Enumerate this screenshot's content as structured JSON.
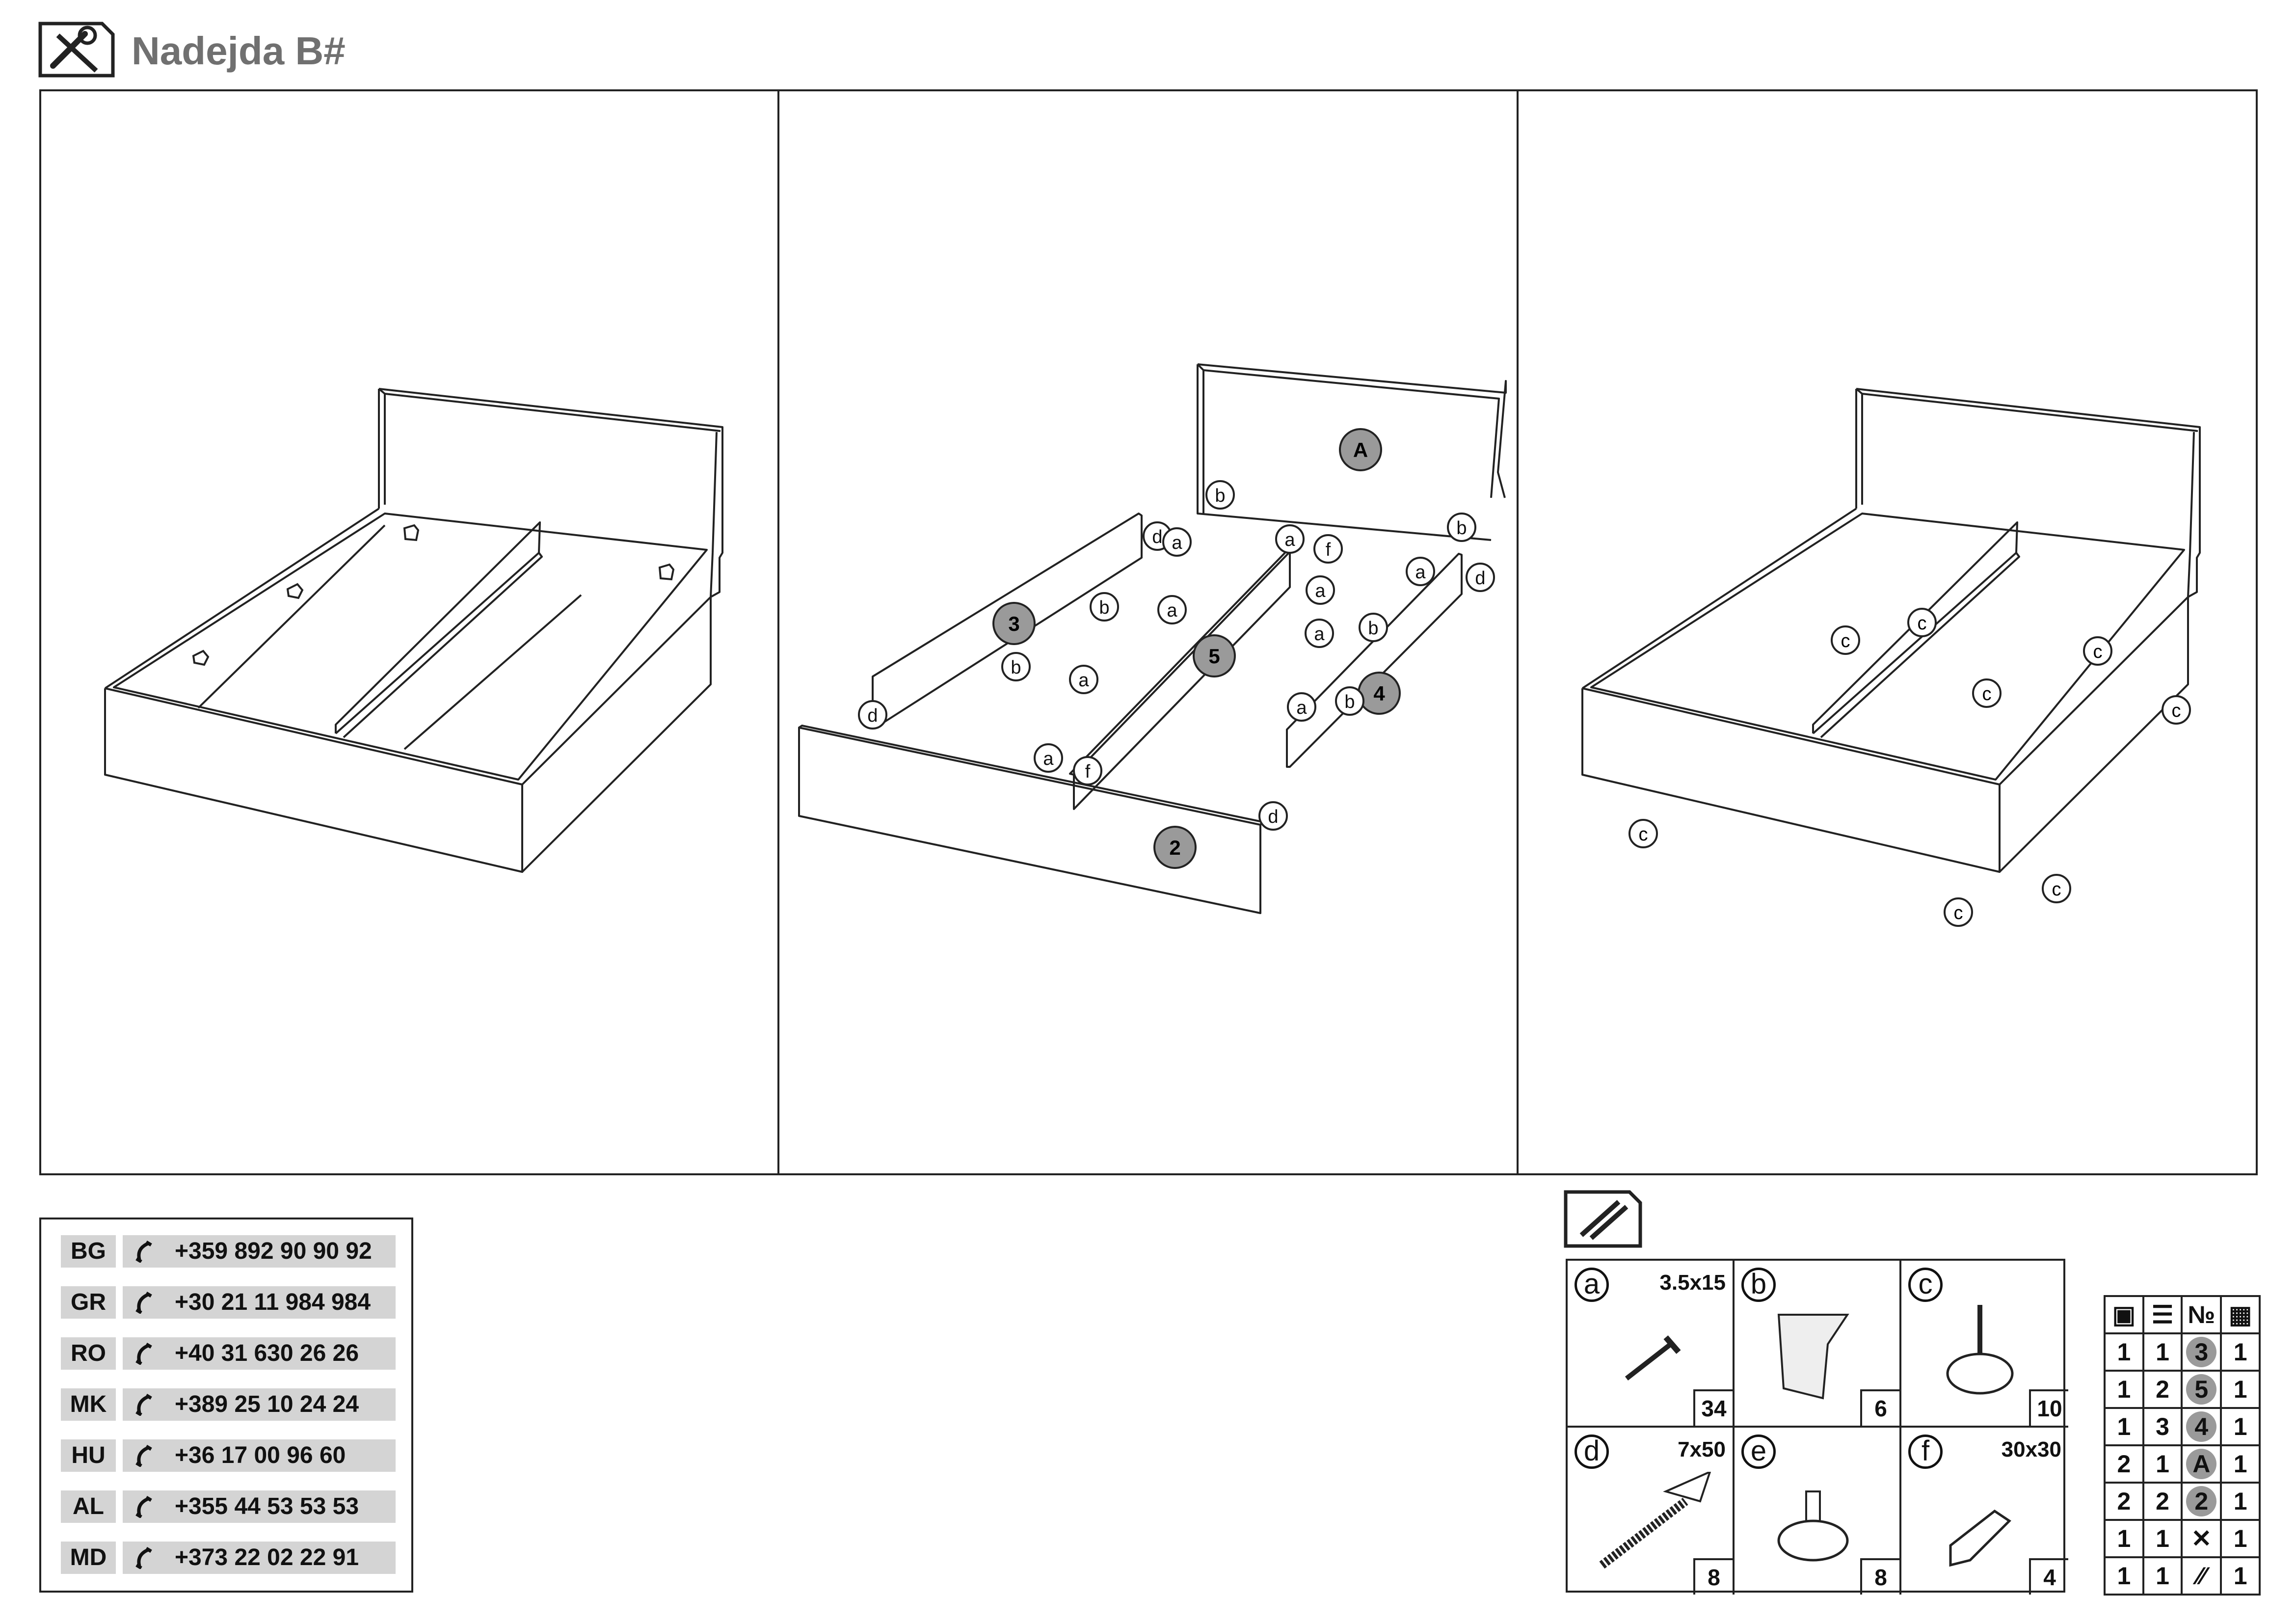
{
  "header": {
    "title": "Nadejda B#",
    "logo_icon": "assembly-tools-icon"
  },
  "steps": {
    "step2_panel_labels": [
      "A",
      "3",
      "5",
      "4",
      "2"
    ],
    "step2_hardware_labels": [
      "a",
      "b",
      "d",
      "f"
    ],
    "step3_hardware_label": "c"
  },
  "contacts": [
    {
      "code": "BG",
      "phone": "+359 892 90 90 92"
    },
    {
      "code": "GR",
      "phone": "+30 21 11 984 984"
    },
    {
      "code": "RO",
      "phone": "+40 31 630 26 26"
    },
    {
      "code": "MK",
      "phone": "+389 25 10 24 24"
    },
    {
      "code": "HU",
      "phone": "+36 17 00 96 60"
    },
    {
      "code": "AL",
      "phone": "+355 44 53 53 53"
    },
    {
      "code": "MD",
      "phone": "+373 22 02 22 91"
    }
  ],
  "hardware": [
    {
      "letter": "a",
      "size": "3.5x15",
      "qty": "34",
      "icon": "screw-icon"
    },
    {
      "letter": "b",
      "size": "",
      "qty": "6",
      "icon": "corner-bracket-icon"
    },
    {
      "letter": "c",
      "size": "",
      "qty": "10",
      "icon": "furniture-glide-icon"
    },
    {
      "letter": "d",
      "size": "7x50",
      "qty": "8",
      "icon": "wall-plug-screw-icon"
    },
    {
      "letter": "e",
      "size": "",
      "qty": "8",
      "icon": "plastic-foot-icon"
    },
    {
      "letter": "f",
      "size": "30x30",
      "qty": "4",
      "icon": "angle-bracket-icon"
    }
  ],
  "parts_table": {
    "header_icons": [
      "box-icon",
      "stack-icon",
      "No",
      "grid-icon"
    ],
    "header_no": "№",
    "rows": [
      [
        "1",
        "1",
        "3",
        "1"
      ],
      [
        "1",
        "2",
        "5",
        "1"
      ],
      [
        "1",
        "3",
        "4",
        "1"
      ],
      [
        "2",
        "1",
        "A",
        "1"
      ],
      [
        "2",
        "2",
        "2",
        "1"
      ],
      [
        "1",
        "1",
        "",
        "1"
      ],
      [
        "1",
        "1",
        "",
        "1"
      ]
    ],
    "row_icons": [
      "",
      "",
      "",
      "",
      "",
      "tools-icon",
      "hardware-icon"
    ]
  }
}
